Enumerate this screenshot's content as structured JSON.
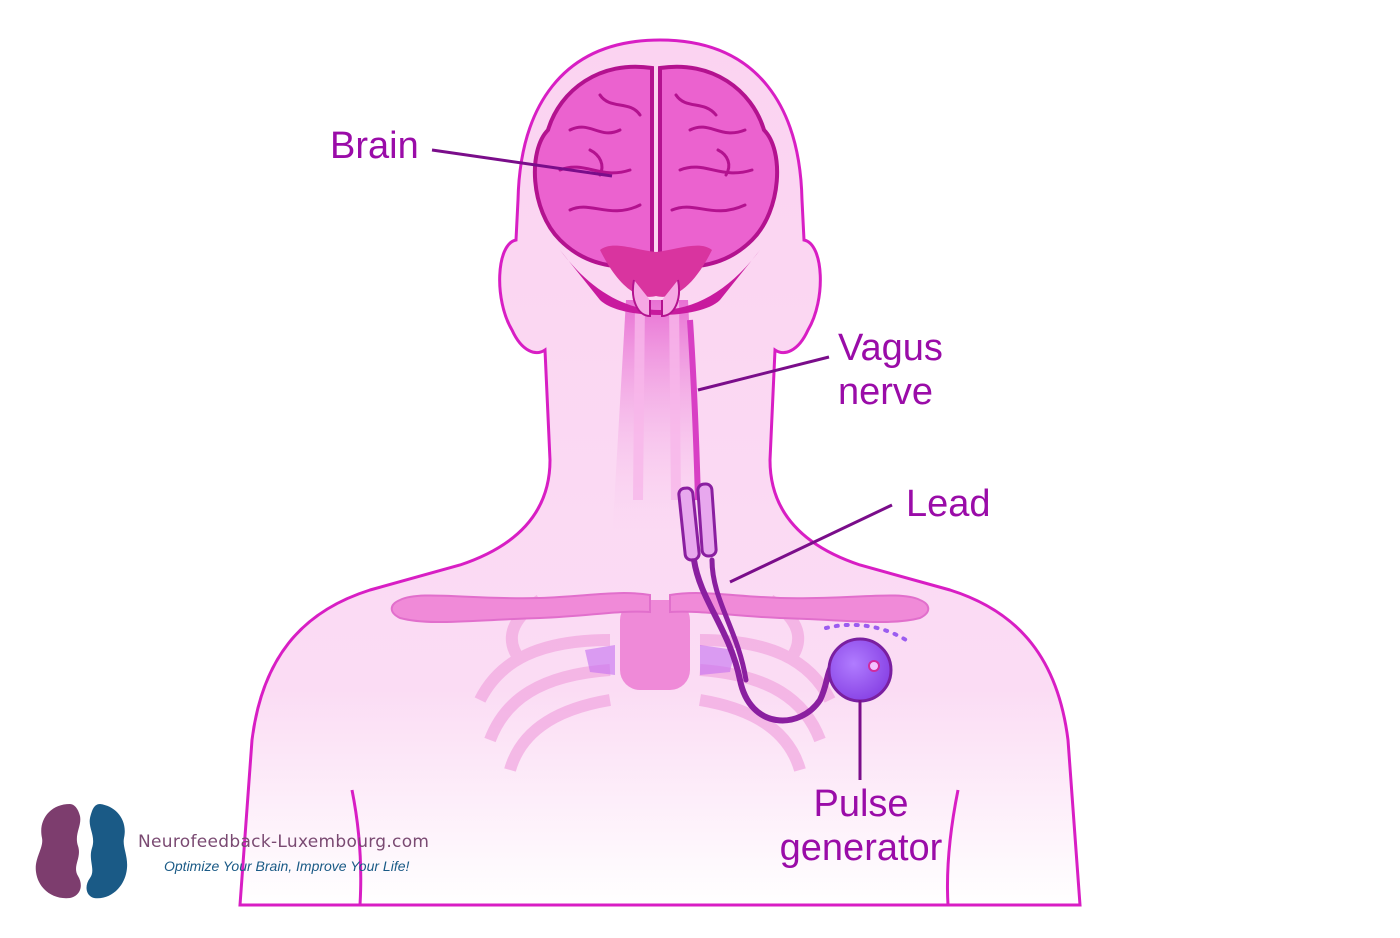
{
  "labels": {
    "brain": "Brain",
    "vagus_line1": "Vagus",
    "vagus_line2": "nerve",
    "lead": "Lead",
    "pulse_line1": "Pulse",
    "pulse_line2": "generator"
  },
  "logo": {
    "name": "Neurofeedback-Luxembourg.com",
    "tagline": "Optimize Your Brain, Improve Your Life!"
  },
  "colors": {
    "label": "#9a0ca8",
    "body_fill": "#fbd9f3",
    "body_outline": "#d81ec4",
    "brain": "#e85bcf",
    "lead": "#8a1fa0",
    "generator": "#9b5cf0",
    "logo_purple": "#7d3d6e",
    "logo_blue": "#1a5a86"
  }
}
